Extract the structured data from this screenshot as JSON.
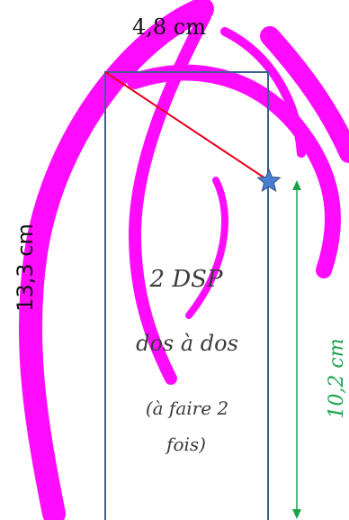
{
  "diagram": {
    "top_width_label": "4,8 cm",
    "left_height_label": "13,3 cm",
    "right_height_label": "10,2 cm",
    "line1": "2 DSP",
    "line2": "dos à dos",
    "line3": "(à faire 2",
    "line4": "fois)",
    "colors": {
      "watermark": "#ff00ff",
      "rectangle": "#3d6191",
      "diagonal": "#e8001a",
      "measure": "#1aa34a",
      "star": "#4a7fd0"
    },
    "icons": [
      "star-icon",
      "watermark-logo"
    ]
  }
}
